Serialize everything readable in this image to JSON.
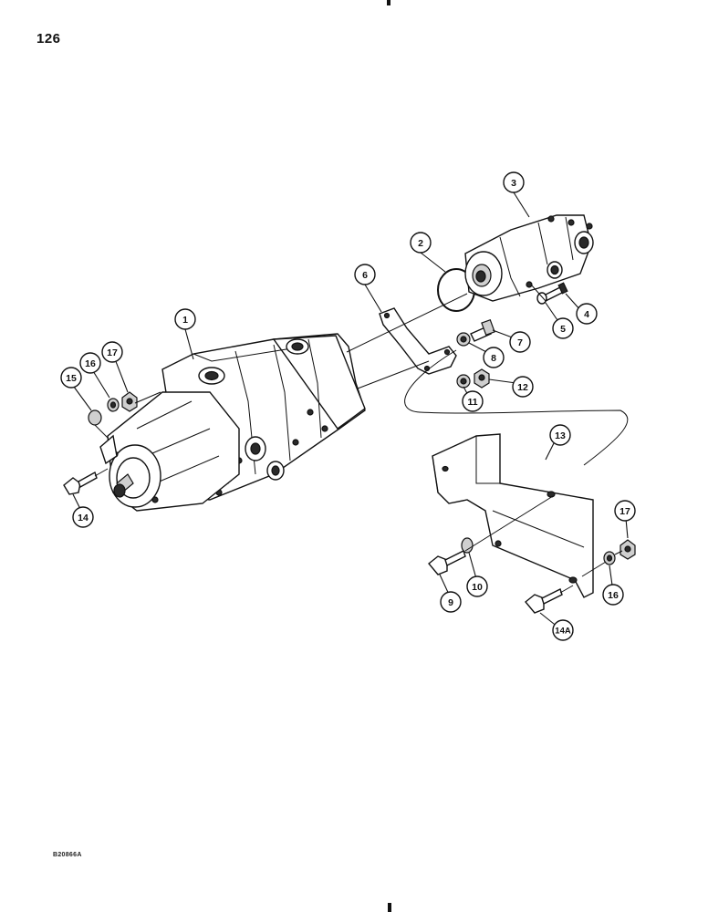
{
  "page": {
    "number": "126",
    "figure_code": "B20866A"
  },
  "callouts": [
    {
      "label": "1"
    },
    {
      "label": "2"
    },
    {
      "label": "3"
    },
    {
      "label": "4"
    },
    {
      "label": "5"
    },
    {
      "label": "6"
    },
    {
      "label": "7"
    },
    {
      "label": "8"
    },
    {
      "label": "9"
    },
    {
      "label": "10"
    },
    {
      "label": "11"
    },
    {
      "label": "12"
    },
    {
      "label": "13"
    },
    {
      "label": "14"
    },
    {
      "label": "14A"
    },
    {
      "label": "15"
    },
    {
      "label": "16"
    },
    {
      "label": "17"
    },
    {
      "label": "16"
    },
    {
      "label": "17"
    }
  ]
}
